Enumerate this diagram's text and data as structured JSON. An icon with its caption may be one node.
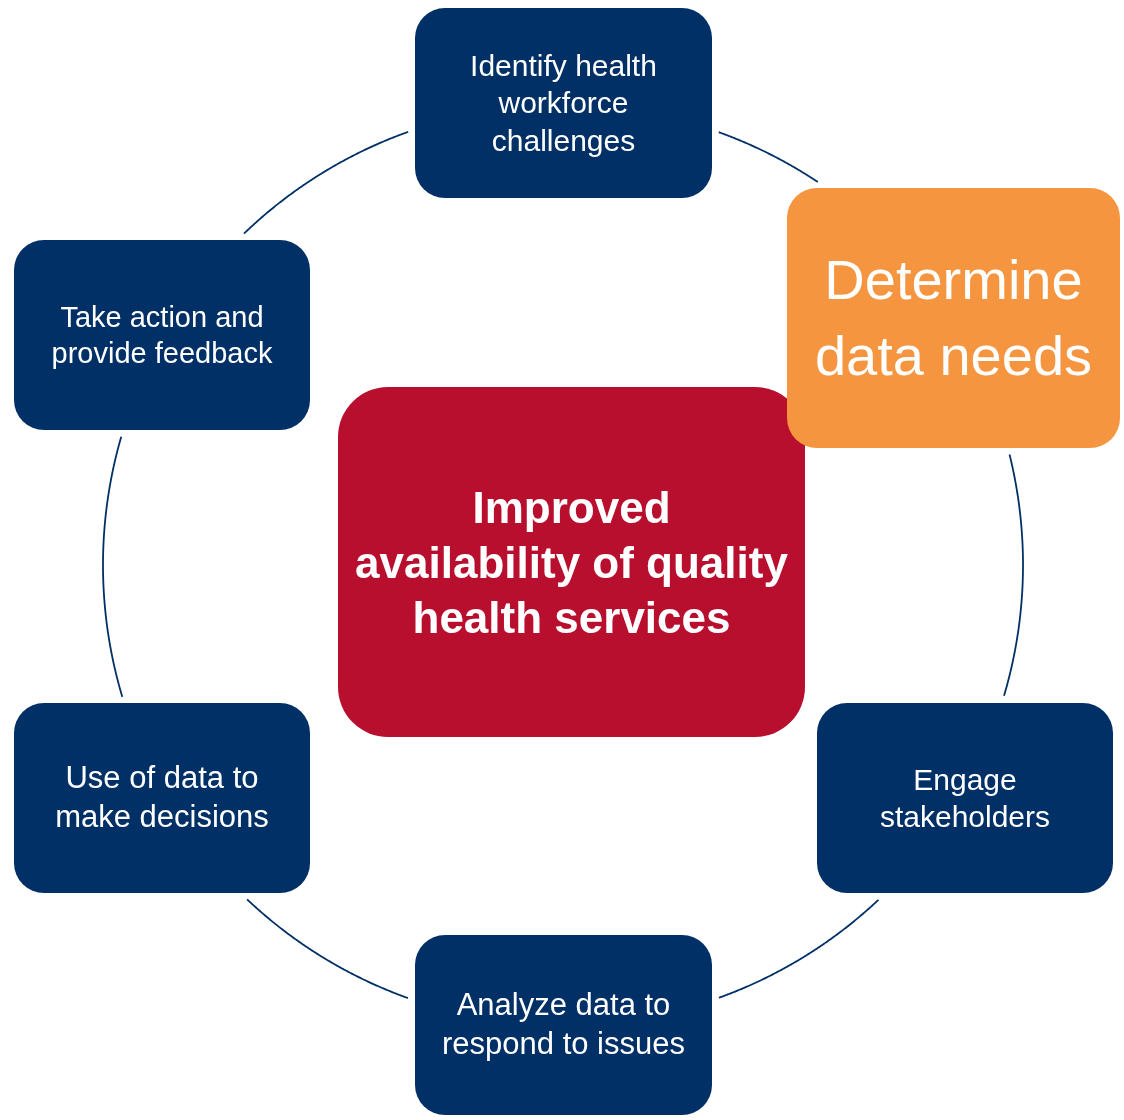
{
  "diagram": {
    "nodes": [
      {
        "text": [
          "Identify health workforce challenges"
        ]
      },
      {
        "text": [
          "Determine data needs"
        ]
      },
      {
        "text": [
          "Engage stakeholders"
        ]
      },
      {
        "text": [
          "Analyze data to respond to issues"
        ]
      },
      {
        "text": [
          "Use of data to make decisions"
        ]
      },
      {
        "text": [
          "Take action and provide feedback"
        ]
      },
      {
        "text": [
          "Improved availability of quality health services"
        ]
      }
    ],
    "edges": [
      {
        "from": 0,
        "to": 1,
        "arrow": "none"
      },
      {
        "from": 1,
        "to": 2,
        "arrow": "none"
      },
      {
        "from": 2,
        "to": 3,
        "arrow": "none"
      },
      {
        "from": 3,
        "to": 4,
        "arrow": "none"
      },
      {
        "from": 4,
        "to": 5,
        "arrow": "none"
      },
      {
        "from": 5,
        "to": 0,
        "arrow": "none"
      }
    ]
  }
}
